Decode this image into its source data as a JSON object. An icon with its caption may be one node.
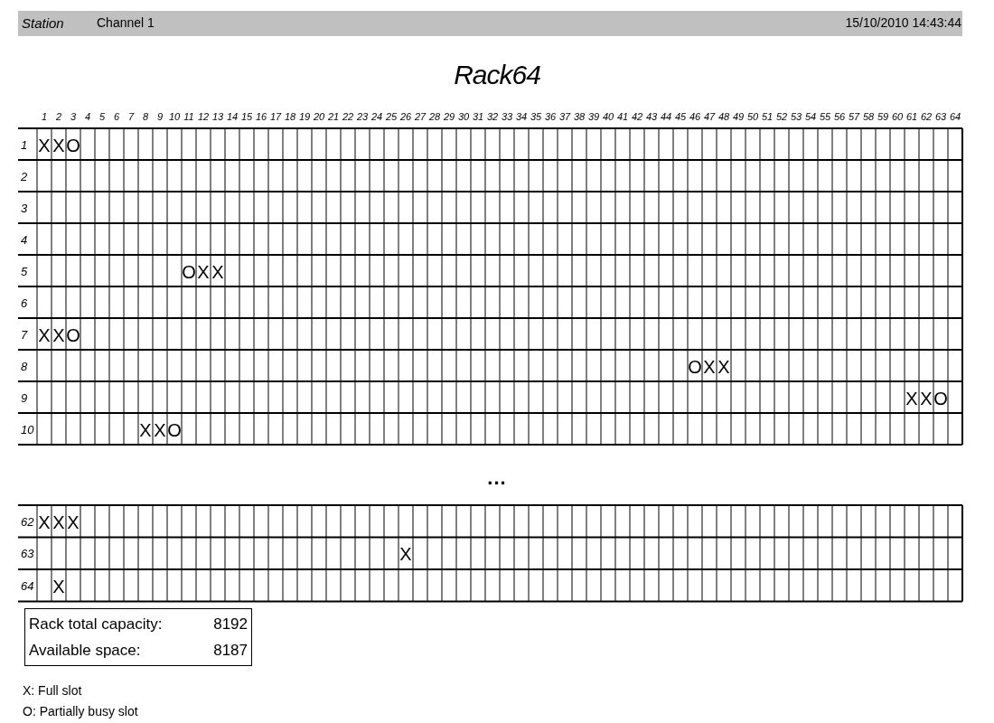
{
  "diagram": {
    "title": "Rack64",
    "labels": [
      "Station",
      "Channel 1",
      "15/10/2010 14:43:44",
      "1",
      "2",
      "3",
      "4",
      "5",
      "6",
      "7",
      "8",
      "9",
      "10",
      "11",
      "12",
      "13",
      "14",
      "15",
      "16",
      "17",
      "18",
      "19",
      "20",
      "21",
      "22",
      "23",
      "24",
      "25",
      "26",
      "27",
      "28",
      "29",
      "30",
      "31",
      "32",
      "33",
      "34",
      "35",
      "36",
      "37",
      "38",
      "39",
      "40",
      "41",
      "42",
      "43",
      "44",
      "45",
      "46",
      "47",
      "48",
      "49",
      "50",
      "51",
      "52",
      "53",
      "54",
      "55",
      "56",
      "57",
      "58",
      "59",
      "60",
      "61",
      "62",
      "63",
      "64",
      "1",
      "X",
      "X",
      "O",
      "2",
      "3",
      "4",
      "5",
      "O",
      "X",
      "X",
      "6",
      "7",
      "X",
      "X",
      "O",
      "8",
      "O",
      "X",
      "X",
      "9",
      "X",
      "X",
      "O",
      "10",
      "X",
      "X",
      "O",
      "...",
      "62",
      "X",
      "X",
      "X",
      "63",
      "X",
      "64",
      "X",
      "Rack total capacity:",
      "8192",
      "Available space:",
      "8187"
    ],
    "legend": [
      {
        "text": "X: Full slot"
      },
      {
        "text": "O: Partially busy slot"
      }
    ]
  }
}
